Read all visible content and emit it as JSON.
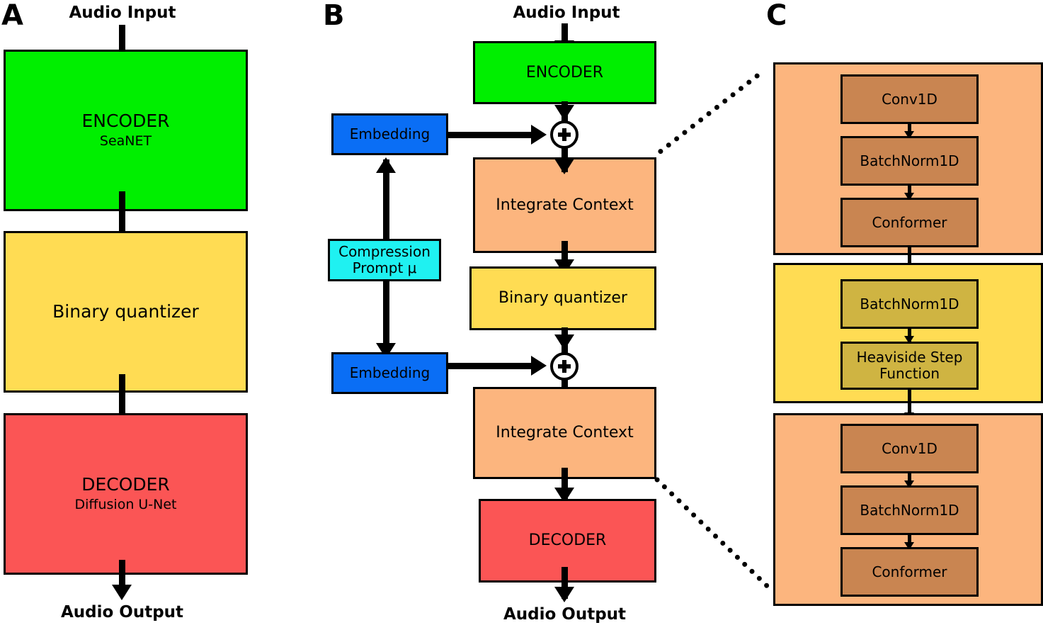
{
  "figure": {
    "panels": [
      {
        "letter": "A",
        "io": {
          "input": "Audio Input",
          "output": "Audio Output"
        },
        "blocks": [
          {
            "title": "ENCODER",
            "subtitle": "SeaNET",
            "color": "#00ef00"
          },
          {
            "title": "Binary quantizer",
            "subtitle": "",
            "color": "#ffdc53"
          },
          {
            "title": "DECODER",
            "subtitle": "Diffusion U-Net",
            "color": "#fb5555"
          }
        ]
      },
      {
        "letter": "B",
        "io": {
          "input": "Audio Input",
          "output": "Audio Output"
        },
        "blocks": [
          {
            "title": "ENCODER",
            "color": "#00ef00"
          },
          {
            "title": "Integrate Context",
            "color": "#fcb57e"
          },
          {
            "title": "Binary quantizer",
            "color": "#ffdc53"
          },
          {
            "title": "Integrate Context",
            "color": "#fcb57e"
          },
          {
            "title": "DECODER",
            "color": "#fb5555"
          }
        ],
        "side_blocks": [
          {
            "title": "Embedding",
            "color": "#0a6ef5"
          },
          {
            "title": "Compression Prompt μ",
            "color": "#1ff1f1"
          },
          {
            "title": "Embedding",
            "color": "#0a6ef5"
          }
        ],
        "junction_symbol": "+"
      },
      {
        "letter": "C",
        "groups": [
          {
            "color": "#fcb57e",
            "items": [
              {
                "label": "Conv1D",
                "color": "#c98551"
              },
              {
                "label": "BatchNorm1D",
                "color": "#c98551"
              },
              {
                "label": "Conformer",
                "color": "#c98551"
              }
            ]
          },
          {
            "color": "#ffdc53",
            "items": [
              {
                "label": "BatchNorm1D",
                "color": "#cfb442"
              },
              {
                "label": "Heaviside Step Function",
                "color": "#cfb442"
              }
            ]
          },
          {
            "color": "#fcb57e",
            "items": [
              {
                "label": "Conv1D",
                "color": "#c98551"
              },
              {
                "label": "BatchNorm1D",
                "color": "#c98551"
              },
              {
                "label": "Conformer",
                "color": "#c98551"
              }
            ]
          }
        ]
      }
    ]
  }
}
